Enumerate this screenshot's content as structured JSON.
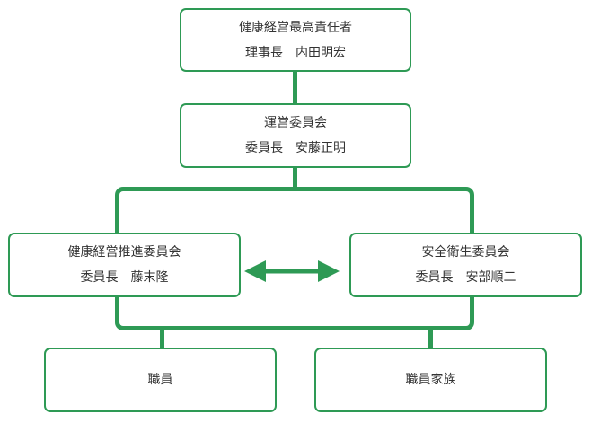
{
  "diagram": {
    "accent_color": "#2e9a55",
    "text_color": "#333333",
    "nodes": {
      "top": {
        "title": "健康経営最高責任者",
        "person": "理事長　内田明宏"
      },
      "committee": {
        "title": "運営委員会",
        "person": "委員長　安藤正明"
      },
      "promotion": {
        "title": "健康経営推進委員会",
        "person": "委員長　藤末隆"
      },
      "safety": {
        "title": "安全衛生委員会",
        "person": "委員長　安部順二"
      },
      "staff": {
        "title": "職員"
      },
      "family": {
        "title": "職員家族"
      }
    },
    "edges": [
      {
        "from": "top",
        "to": "committee",
        "kind": "line"
      },
      {
        "from": "committee",
        "to": [
          "promotion",
          "safety"
        ],
        "kind": "bracket"
      },
      {
        "from": "promotion",
        "to": "safety",
        "kind": "double-arrow"
      },
      {
        "from": [
          "promotion",
          "safety"
        ],
        "to": [
          "staff",
          "family"
        ],
        "kind": "bracket"
      }
    ]
  }
}
